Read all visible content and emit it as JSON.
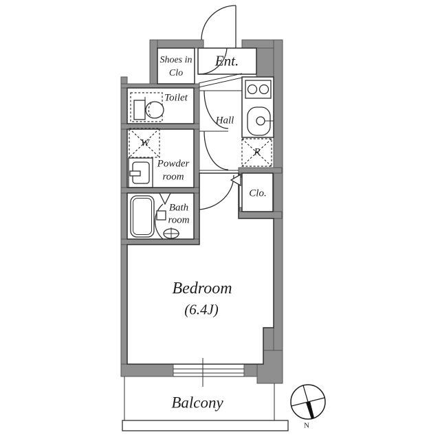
{
  "plan": {
    "rooms": {
      "shoes_closet": {
        "line1": "Shoes in",
        "line2": "Clo"
      },
      "entrance": {
        "label": "Ent."
      },
      "toilet": {
        "label": "Toilet"
      },
      "hall": {
        "label": "Hall"
      },
      "washer_space": {
        "label": "W"
      },
      "refrigerator_space": {
        "label": "R"
      },
      "powder_room": {
        "line1": "Powder",
        "line2": "room"
      },
      "bath_room": {
        "line1": "Bath",
        "line2": "room"
      },
      "closet": {
        "label": "Clo."
      },
      "bedroom": {
        "label": "Bedroom",
        "size": "(6.4J)"
      },
      "balcony": {
        "label": "Balcony"
      }
    },
    "compass": {
      "north_label": "N"
    },
    "colors": {
      "wall": "#8f8f8f",
      "line": "#2e2e2e",
      "floor": "#ffffff"
    }
  }
}
